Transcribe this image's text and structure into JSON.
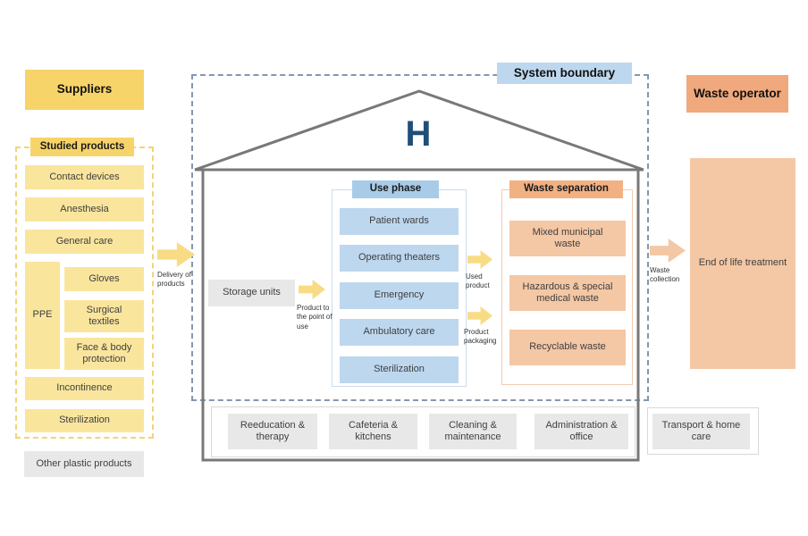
{
  "suppliers": {
    "label": "Suppliers"
  },
  "studied_products": {
    "header": "Studied products",
    "items": [
      "Contact devices",
      "Anesthesia",
      "General care"
    ],
    "ppe": {
      "label": "PPE",
      "items": [
        "Gloves",
        "Surgical textiles",
        "Face & body protection"
      ]
    },
    "items2": [
      "Incontinence",
      "Sterilization"
    ],
    "other": "Other plastic products"
  },
  "system_boundary": {
    "label": "System boundary"
  },
  "hospital_letter": "H",
  "storage": {
    "label": "Storage units"
  },
  "use_phase": {
    "header": "Use phase",
    "items": [
      "Patient wards",
      "Operating theaters",
      "Emergency",
      "Ambulatory care",
      "Sterilization"
    ]
  },
  "waste_separation": {
    "header": "Waste separation",
    "items": [
      "Mixed municipal waste",
      "Hazardous & special medical waste",
      "Recyclable waste"
    ]
  },
  "support_services": {
    "inside": [
      "Reeducation & therapy",
      "Cafeteria & kitchens",
      "Cleaning & maintenance",
      "Administration & office"
    ],
    "outside": "Transport & home care"
  },
  "waste_operator": {
    "label": "Waste operator"
  },
  "end_of_life": {
    "label": "End of life treatment"
  },
  "flows": {
    "delivery": "Delivery of products",
    "to_point_of_use": "Product to the point of use",
    "used_product": "Used product",
    "product_packaging": "Product packaging",
    "waste_collection": "Waste collection"
  },
  "colors": {
    "yellow_dark": "#F7D469",
    "yellow_light": "#FAE59D",
    "yellow_border": "#F2D479",
    "yellow_arrow": "#F8DC85",
    "blue_header": "#A8CBE8",
    "blue_light": "#BDD7EE",
    "blue_panel_border": "#C9DDF0",
    "orange_header": "#F2B183",
    "orange_light": "#F4C7A5",
    "orange_operator": "#F0A97C",
    "orange_panel_border": "#F2CBAE",
    "gray_box": "#E8E8E8",
    "panel_border": "#D9D9D9",
    "boundary_blue": "#8496B0",
    "house_gray": "#787878",
    "navy": "#1F4E79"
  }
}
